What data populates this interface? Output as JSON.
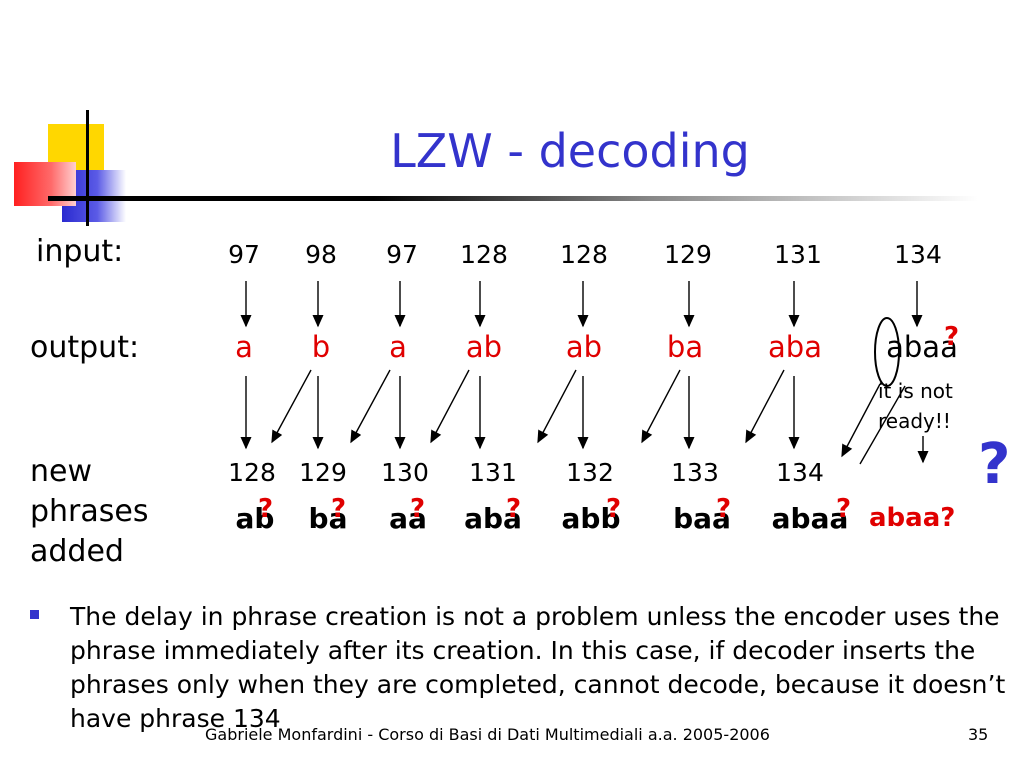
{
  "title": "LZW - decoding",
  "labels": {
    "input": "input:",
    "output": "output:",
    "new_phrases": [
      "new",
      "phrases",
      "added"
    ]
  },
  "input_codes": [
    "97",
    "98",
    "97",
    "128",
    "128",
    "129",
    "131",
    "134"
  ],
  "outputs": [
    "a",
    "b",
    "a",
    "ab",
    "ab",
    "ba",
    "aba",
    "abaa"
  ],
  "new_codes": [
    "128",
    "129",
    "130",
    "131",
    "132",
    "133",
    "134"
  ],
  "phrases": [
    "ab",
    "ba",
    "aa",
    "aba",
    "abb",
    "baa",
    "abaa"
  ],
  "phrase_marker": "?",
  "output_marker": "?",
  "final_phrase": "abaa?",
  "note": [
    "it is not",
    "ready!!"
  ],
  "big_question": "?",
  "bullet_text": "The delay in phrase creation is not a problem unless the encoder uses the phrase immediately after its creation. In this case, if decoder inserts the phrases only when they are completed, cannot decode, because it doesn’t have phrase 134",
  "footer": "Gabriele Monfardini - Corso di Basi di Dati Multimediali  a.a. 2005-2006",
  "page_number": "35",
  "colors": {
    "title": "#3333cc",
    "output": "#e00000",
    "accent": "#3333cc"
  }
}
